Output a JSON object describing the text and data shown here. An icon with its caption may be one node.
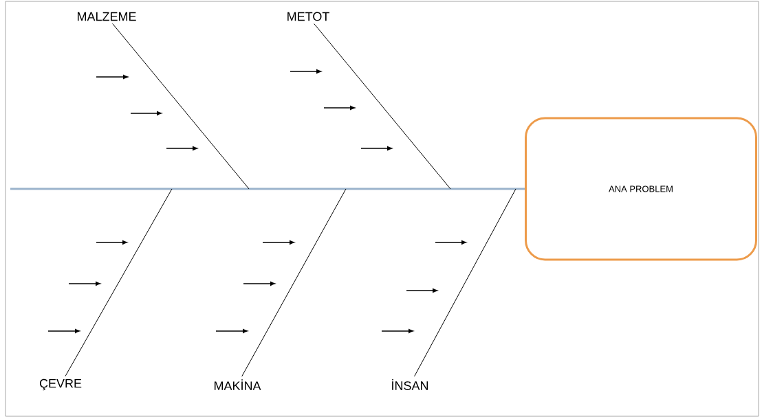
{
  "diagram": {
    "nodes": [
      {
        "text": [
          "ANA PROBLEM"
        ]
      },
      {
        "text": [
          "MALZEME"
        ]
      },
      {
        "text": [
          "METOT"
        ]
      },
      {
        "text": [
          "ÇEVRE"
        ]
      },
      {
        "text": [
          "MAKİNA"
        ]
      },
      {
        "text": [
          "İNSAN"
        ]
      }
    ],
    "edges": [
      {
        "from": null,
        "to": 0,
        "arrow": "none",
        "style": "thick",
        "color": "#9bb3cc"
      },
      {
        "from": 1,
        "to": null,
        "arrow": "none"
      },
      {
        "from": 2,
        "to": null,
        "arrow": "none"
      },
      {
        "from": 3,
        "to": null,
        "arrow": "none"
      },
      {
        "from": 4,
        "to": null,
        "arrow": "none"
      },
      {
        "from": 5,
        "to": null,
        "arrow": "none"
      }
    ]
  }
}
